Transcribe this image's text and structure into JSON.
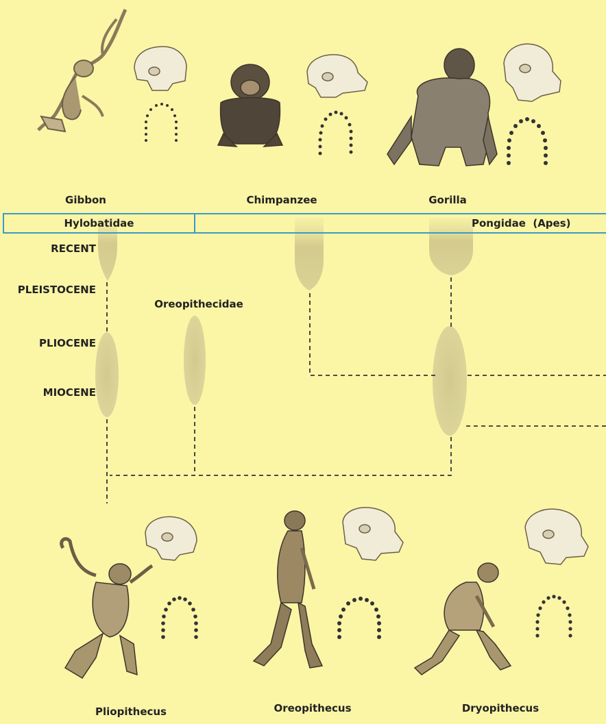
{
  "top_species": [
    {
      "name": "Gibbon"
    },
    {
      "name": "Chimpanzee"
    },
    {
      "name": "Gorilla"
    }
  ],
  "families": {
    "left": "Hylobatidae",
    "right": "Pongidae  (Apes)",
    "middle": "Oreopithecidae"
  },
  "epochs": [
    "RECENT",
    "PLEISTOCENE",
    "PLIOCENE",
    "MIOCENE"
  ],
  "bottom_species": [
    {
      "name": "Pliopithecus"
    },
    {
      "name": "Oreopithecus"
    },
    {
      "name": "Dryopithecus"
    }
  ],
  "colors": {
    "background": "#fbf5a6",
    "band_border": "#3a9bc4",
    "lineage_fill": "#d6cf8e",
    "dash_line": "#333333"
  }
}
